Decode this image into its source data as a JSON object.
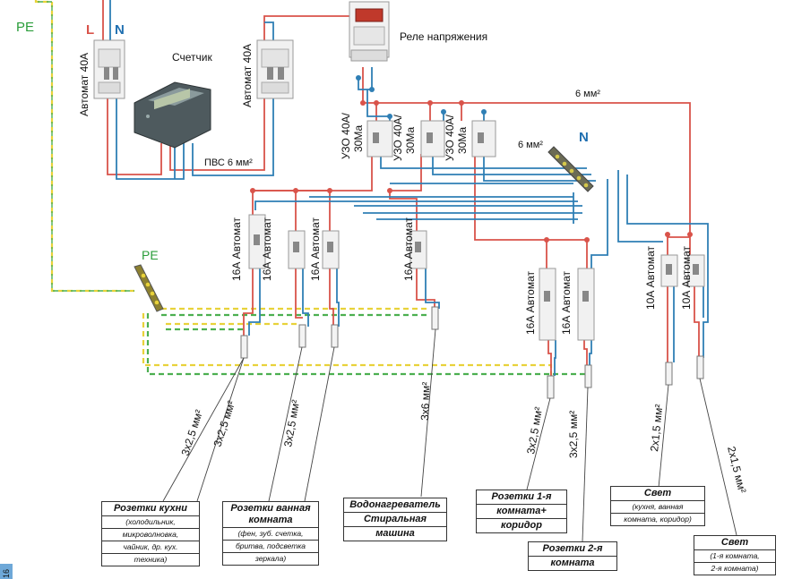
{
  "labels": {
    "pe_left": "PE",
    "l": "L",
    "n_top": "N",
    "main_breaker": "Автомат 40А",
    "meter": "Счетчик",
    "breaker2": "Автомат 40А",
    "relay": "Реле напряжения",
    "cable_pvs": "ПВС 6 мм²",
    "cable_6mm_top": "6 мм²",
    "cable_6mm_n": "6 мм²",
    "n_bus": "N",
    "pe_bus": "PE",
    "rcd1_a": "УЗО 40А/",
    "rcd1_b": "30Ма",
    "rcd2_a": "УЗО 40А/",
    "rcd2_b": "30Ма",
    "rcd3_a": "УЗО 40А/",
    "rcd3_b": "30Ма",
    "b16_1": "16А Автомат",
    "b16_2": "16А Автомат",
    "b16_3": "16А Автомат",
    "b16_4": "16А Автомат",
    "b16_5": "16А Автомат",
    "b16_6": "16А Автомат",
    "b10_1": "10А Автомат",
    "b10_2": "10А Автомат",
    "cable1": "3х2,5 мм²",
    "cable2": "3х2,5 мм²",
    "cable3": "3х2,5 мм²",
    "cable4": "3х6 мм²",
    "cable5": "3х2,5 мм²",
    "cable6": "3х2,5 мм²",
    "cable7": "2х1,5 мм²",
    "cable8": "2х1,5 мм²",
    "page_num": "16"
  },
  "boxes": {
    "kitchen": {
      "title": "Розетки кухни",
      "lines": [
        "(холодильник,",
        "микроволновка,",
        "чайник, др. кух.",
        "техника)"
      ]
    },
    "bathroom": {
      "title": "Розетки ванная комната",
      "lines": [
        "(фен, зуб. счетка,",
        "бритва, подсветка",
        "зеркала)"
      ]
    },
    "heater": {
      "title": "Водонагреватель",
      "lines": [
        "Стиральная",
        "машина"
      ]
    },
    "room1": {
      "title": "Розетки 1-я",
      "lines": [
        "комната+",
        "коридор"
      ]
    },
    "room2": {
      "title": "Розетки 2-я",
      "lines": [
        "комната"
      ]
    },
    "light1": {
      "title": "Свет",
      "lines": [
        "(кухня, ванная",
        "комната, коридор)"
      ]
    },
    "light2": {
      "title": "Свет",
      "lines": [
        "(1-я комната,",
        "2-я комната)"
      ]
    }
  },
  "colors": {
    "phase": "#d9534a",
    "neutral": "#2f7fb5",
    "ground_yellow": "#e8d23a",
    "ground_green": "#4caf50",
    "label_green": "#2a9d3a",
    "label_red": "#d9534a",
    "label_blue": "#1f6fb0"
  }
}
